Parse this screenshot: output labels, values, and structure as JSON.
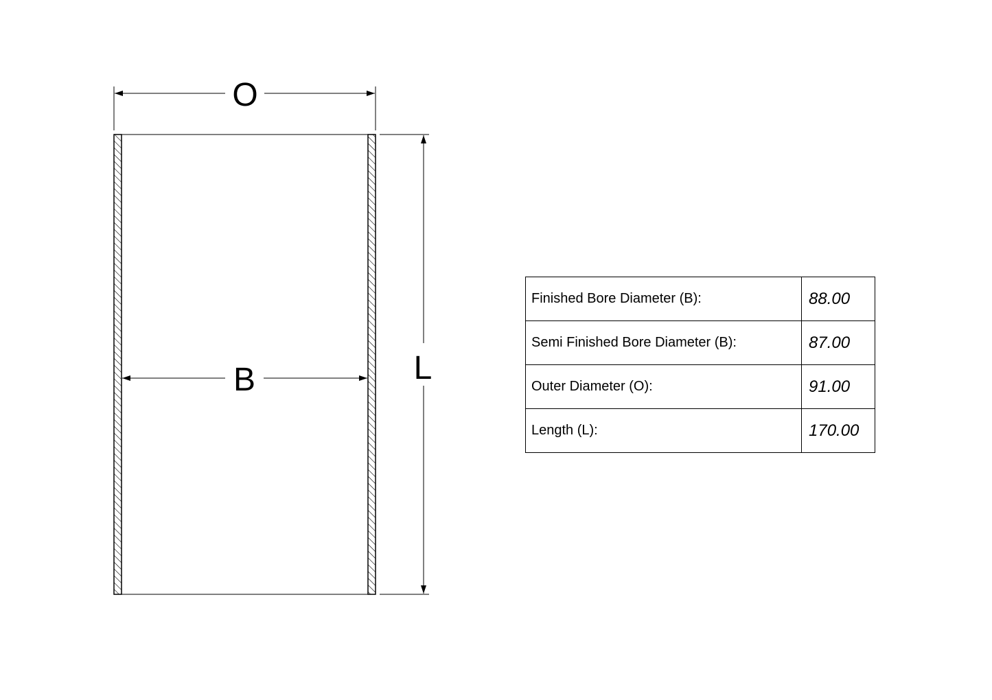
{
  "drawing": {
    "outer_diameter_label": "O",
    "bore_label": "B",
    "length_label": "L",
    "line_color": "#000000"
  },
  "specs": [
    {
      "label": "Finished Bore Diameter (B):",
      "value": "88.00"
    },
    {
      "label": "Semi Finished Bore Diameter (B):",
      "value": "87.00"
    },
    {
      "label": "Outer Diameter (O):",
      "value": "91.00"
    },
    {
      "label": "Length (L):",
      "value": "170.00"
    }
  ]
}
